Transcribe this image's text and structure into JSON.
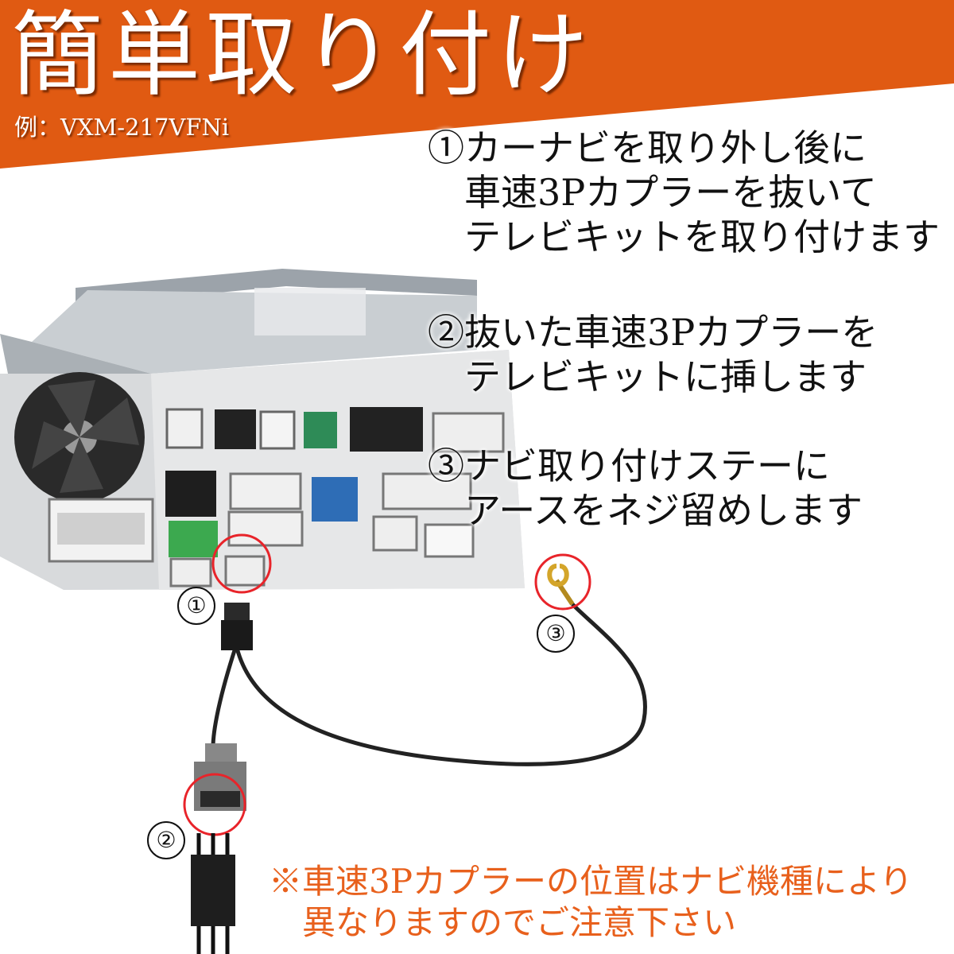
{
  "banner": {
    "title": "簡単取り付け",
    "subtitle": "例：VXM-217VFNi",
    "color": "#e05a12"
  },
  "steps": [
    {
      "lines": [
        "①カーナビを取り外し後に",
        "　車速3Pカプラーを抜いて",
        "　テレビキットを取り付けます"
      ]
    },
    {
      "lines": [
        "②抜いた車速3Pカプラーを",
        "　テレビキットに挿します"
      ]
    },
    {
      "lines": [
        "③ナビ取り付けステーに",
        "　アースをネジ留めします"
      ]
    }
  ],
  "callouts": [
    "①",
    "②",
    "③"
  ],
  "note": {
    "lines": [
      "※車速3Pカプラーの位置はナビ機種により",
      "　異なりますのでご注意下さい"
    ],
    "color": "#e8601c"
  },
  "highlight_color": "#e8242a",
  "icons": [
    "navi-unit-photo",
    "coupler-cable",
    "earth-terminal-icon"
  ]
}
